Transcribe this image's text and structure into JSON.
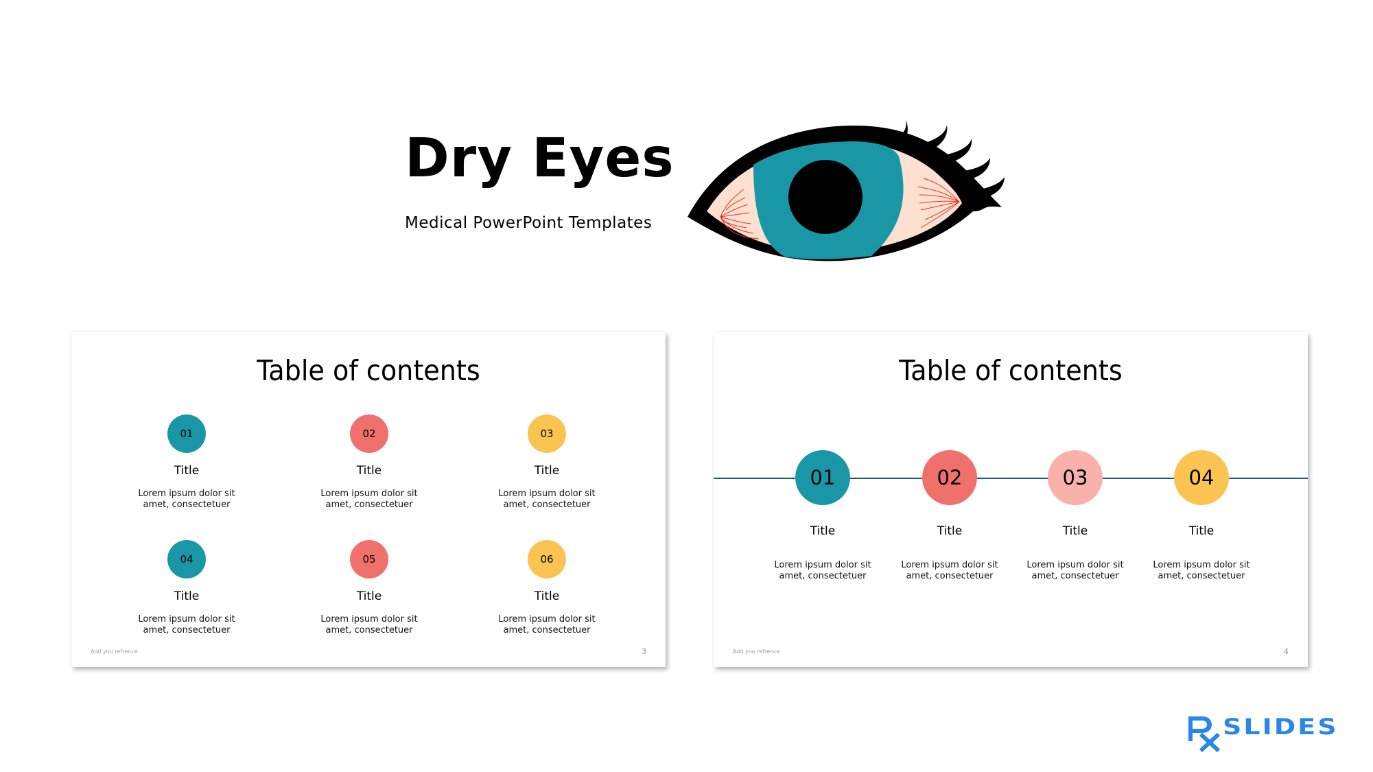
{
  "hero": {
    "title": "Dry Eyes",
    "subtitle": "Medical PowerPoint Templates",
    "illustration": "dry-eye-illustration"
  },
  "colors": {
    "teal": "#1a97a6",
    "coral": "#f0716b",
    "pink": "#fbb1ab",
    "yellow": "#fbc452",
    "timeline_line": "#1f5f6b",
    "sclera": "#fde0cf",
    "vein": "#e8302a",
    "brand_blue": "#2a86e8"
  },
  "slides": [
    {
      "title": "Table of contents",
      "reference": "Add you refrence",
      "page_number": "3",
      "items": [
        {
          "num": "01",
          "title": "Title",
          "desc_line1": "Lorem ipsum dolor sit",
          "desc_line2": "amet, consectetuer",
          "color": "#1a97a6"
        },
        {
          "num": "02",
          "title": "Title",
          "desc_line1": "Lorem ipsum dolor sit",
          "desc_line2": "amet, consectetuer",
          "color": "#f0716b"
        },
        {
          "num": "03",
          "title": "Title",
          "desc_line1": "Lorem ipsum dolor sit",
          "desc_line2": "amet, consectetuer",
          "color": "#fbc452"
        },
        {
          "num": "04",
          "title": "Title",
          "desc_line1": "Lorem ipsum dolor sit",
          "desc_line2": "amet, consectetuer",
          "color": "#1a97a6"
        },
        {
          "num": "05",
          "title": "Title",
          "desc_line1": "Lorem ipsum dolor sit",
          "desc_line2": "amet, consectetuer",
          "color": "#f0716b"
        },
        {
          "num": "06",
          "title": "Title",
          "desc_line1": "Lorem ipsum dolor sit",
          "desc_line2": "amet, consectetuer",
          "color": "#fbc452"
        }
      ]
    },
    {
      "title": "Table of contents",
      "reference": "Add you refrence",
      "page_number": "4",
      "items": [
        {
          "num": "01",
          "title": "Title",
          "desc_line1": "Lorem ipsum dolor sit",
          "desc_line2": "amet, consectetuer",
          "color": "#1a97a6"
        },
        {
          "num": "02",
          "title": "Title",
          "desc_line1": "Lorem ipsum dolor sit",
          "desc_line2": "amet, consectetuer",
          "color": "#f0716b"
        },
        {
          "num": "03",
          "title": "Title",
          "desc_line1": "Lorem ipsum dolor sit",
          "desc_line2": "amet, consectetuer",
          "color": "#fbb1ab"
        },
        {
          "num": "04",
          "title": "Title",
          "desc_line1": "Lorem ipsum dolor sit",
          "desc_line2": "amet, consectetuer",
          "color": "#fbc452"
        }
      ]
    }
  ],
  "logo": {
    "mark": "Rx",
    "text": "SLIDES"
  }
}
